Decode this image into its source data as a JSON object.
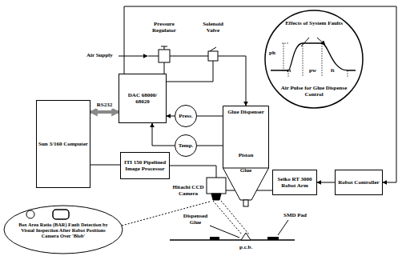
{
  "diagram": {
    "nodes": [
      {
        "text": [
          "Pressure Regulator"
        ]
      },
      {
        "text": [
          "Solenoid Valve"
        ]
      },
      {
        "text": [
          "Effects of System Faults",
          "Air Pulse for Glue Dispense Control"
        ]
      },
      {
        "text": [
          "Sun 3/160 Computer"
        ]
      },
      {
        "text": [
          "DAC 68000/ 68020"
        ]
      },
      {
        "text": [
          "Press."
        ]
      },
      {
        "text": [
          "Temp."
        ]
      },
      {
        "text": [
          "Glue Dispenser"
        ]
      },
      {
        "text": [
          "Piston"
        ],
        "in": 7
      },
      {
        "text": [
          "Glue"
        ],
        "in": 7
      },
      {
        "text": [
          "ITI 150 Pipelined Image Processor"
        ]
      },
      {
        "text": [
          "Hitachi CCD Camera"
        ]
      },
      {
        "text": [
          "Seiko RT 3000 Robot Arm"
        ]
      },
      {
        "text": [
          "Robot Controller"
        ]
      },
      {
        "text": [
          "Box Area Ratio (BAR) Fault Detection by Visual Inspection After Robot Positions Camera Over 'Blob'"
        ]
      }
    ],
    "edges": [
      {
        "from": 3,
        "to": 4,
        "arrow": "both",
        "label": "RS232"
      },
      {
        "from": 4,
        "to": 0,
        "arrow": "none"
      },
      {
        "from": 0,
        "to": 1,
        "arrow": "none"
      },
      {
        "from": 4,
        "to": 1,
        "arrow": "none"
      },
      {
        "from": 1,
        "to": 7,
        "arrow": "to"
      },
      {
        "from": 7,
        "to": 5,
        "arrow": "none"
      },
      {
        "from": 7,
        "to": 6,
        "arrow": "none"
      },
      {
        "from": 5,
        "to": 4,
        "arrow": "to"
      },
      {
        "from": 6,
        "to": 4,
        "arrow": "to"
      },
      {
        "from": 3,
        "to": 10,
        "arrow": "none"
      },
      {
        "from": 10,
        "to": 11,
        "arrow": "none"
      },
      {
        "from": 13,
        "to": 12,
        "arrow": "to"
      },
      {
        "from": 12,
        "to": 11,
        "arrow": "none"
      },
      {
        "from": 4,
        "to": 13,
        "arrow": "to"
      }
    ],
    "labels": [
      "Air Supply",
      "ph",
      "rt",
      "pw",
      "ft",
      "Dispensed Glue",
      "SMD Pad",
      "p.c.b."
    ]
  }
}
